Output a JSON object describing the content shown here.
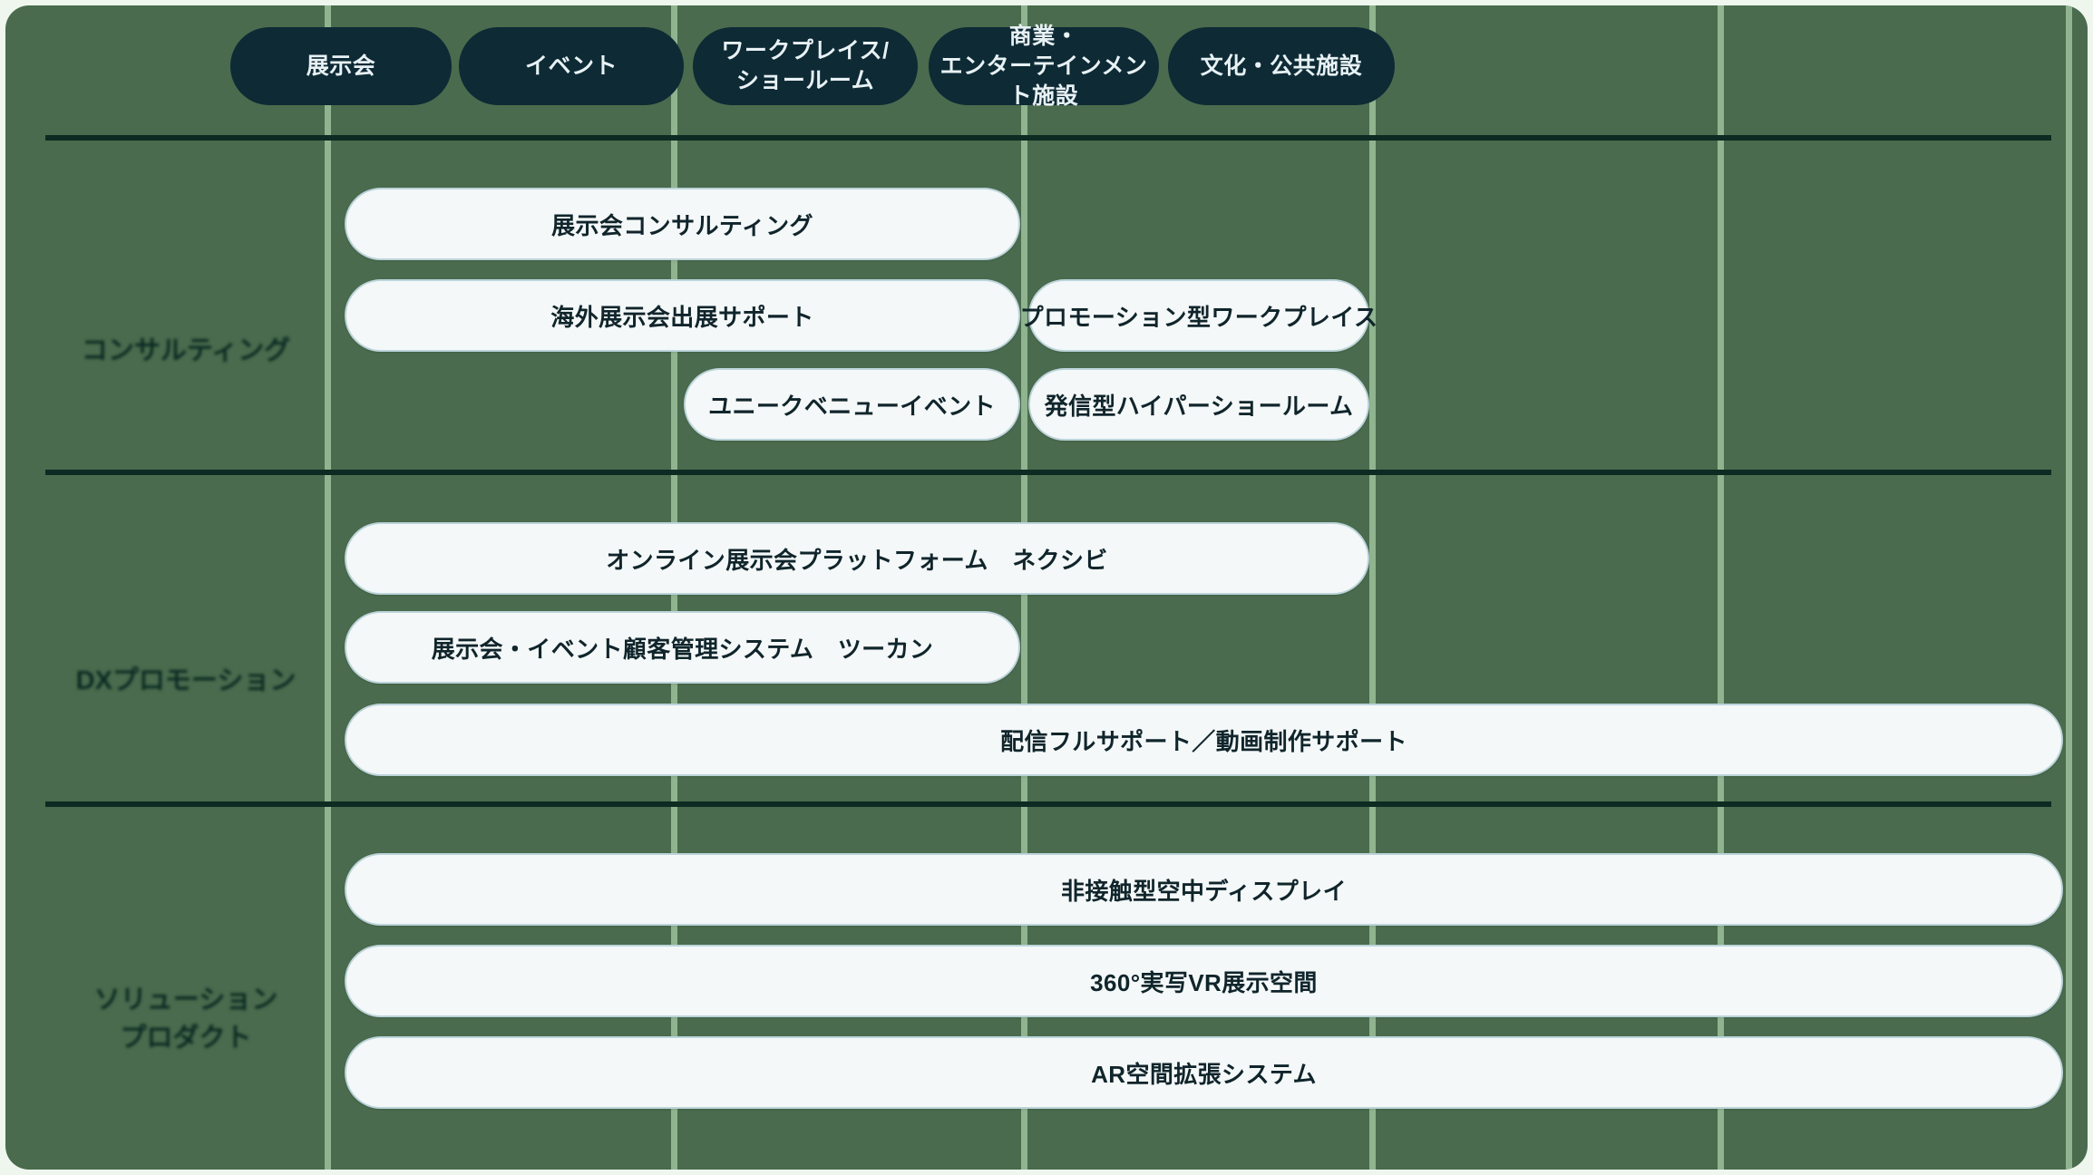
{
  "chart_data": {
    "type": "table",
    "title": "",
    "columns": [
      {
        "id": "exhibition",
        "label": "展示会"
      },
      {
        "id": "event",
        "label": "イベント"
      },
      {
        "id": "workplace",
        "label": "ワークプレイス/\nショールーム"
      },
      {
        "id": "commercial",
        "label": "商業・\nエンターテインメント施設"
      },
      {
        "id": "culture",
        "label": "文化・公共施設"
      }
    ],
    "rows": [
      {
        "id": "consulting",
        "label": "コンサルティング",
        "items": [
          {
            "text": "展示会コンサルティング",
            "col_start": 1,
            "col_span": 2
          },
          {
            "text": "海外展示会出展サポート",
            "col_start": 1,
            "col_span": 2
          },
          {
            "text": "プロモーション型ワークプレイス",
            "col_start": 3,
            "col_span": 1
          },
          {
            "text": "ユニークベニューイベント",
            "col_start": 2,
            "col_span": 1
          },
          {
            "text": "発信型ハイパーショールーム",
            "col_start": 3,
            "col_span": 1
          }
        ]
      },
      {
        "id": "dx-promotion",
        "label": "DXプロモーション",
        "items": [
          {
            "text": "オンライン展示会プラットフォーム　ネクシビ",
            "col_start": 1,
            "col_span": 3
          },
          {
            "text": "展示会・イベント顧客管理システム　ツーカン",
            "col_start": 1,
            "col_span": 2
          },
          {
            "text": "配信フルサポート／動画制作サポート",
            "col_start": 1,
            "col_span": 5
          }
        ]
      },
      {
        "id": "solution-product",
        "label": "ソリューション\nプロダクト",
        "items": [
          {
            "text": "非接触型空中ディスプレイ",
            "col_start": 1,
            "col_span": 5
          },
          {
            "text": "360°実写VR展示空間",
            "col_start": 1,
            "col_span": 5
          },
          {
            "text": "AR空間拡張システム",
            "col_start": 1,
            "col_span": 5
          }
        ]
      }
    ],
    "colors": {
      "board_background": "#4a6b4d",
      "outer_background": "#eef6ee",
      "column_header_fill": "#0d2a35",
      "column_header_text": "#e8f1f4",
      "divider": "#8fb48f",
      "section_rule": "#0d2b22",
      "pill_fill": "#f4f8f8",
      "pill_border": "#bcd4da",
      "pill_text": "#10252b",
      "row_label_text": "#0b2b23"
    }
  },
  "headers": {
    "c1": "展示会",
    "c2": "イベント",
    "c3": "ワークプレイス/\nショールーム",
    "c4": "商業・\nエンターテインメント施設",
    "c5": "文化・公共施設"
  },
  "row_labels": {
    "r1": "コンサルティング",
    "r2": "DXプロモーション",
    "r3": "ソリューション\nプロダクト"
  },
  "pills": {
    "p1": "展示会コンサルティング",
    "p2": "海外展示会出展サポート",
    "p3": "プロモーション型ワークプレイス",
    "p4": "ユニークベニューイベント",
    "p5": "発信型ハイパーショールーム",
    "p6": "オンライン展示会プラットフォーム　ネクシビ",
    "p7": "展示会・イベント顧客管理システム　ツーカン",
    "p8": "配信フルサポート／動画制作サポート",
    "p9": "非接触型空中ディスプレイ",
    "p10": "360°実写VR展示空間",
    "p11": "AR空間拡張システム"
  }
}
